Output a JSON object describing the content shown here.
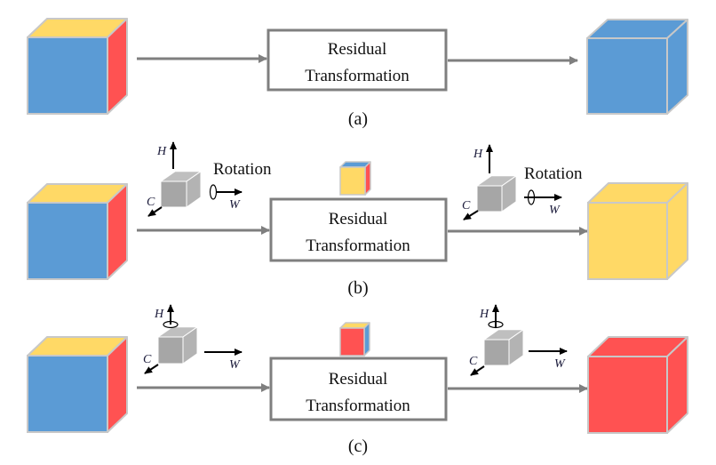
{
  "colors": {
    "blue": "#5B9BD5",
    "yellow": "#FFD966",
    "red": "#FF5252",
    "gray_cube": "#A6A6A6",
    "cube_edge": "#C8C8C8",
    "flow_arrow": "#7F7F7F",
    "box_border": "#7F7F7F",
    "axis_arrow": "#000000"
  },
  "panels": [
    {
      "id": "a",
      "caption": "(a)",
      "box": {
        "line1": "Residual",
        "line2": "Transformation"
      },
      "input_cube": {
        "front": "blue",
        "top": "yellow",
        "side": "red"
      },
      "output_cube": {
        "front": "blue",
        "top": "blue",
        "side": "blue"
      },
      "mid_cube": null,
      "left_axes": null,
      "right_axes": null
    },
    {
      "id": "b",
      "caption": "(b)",
      "box": {
        "line1": "Residual",
        "line2": "Transformation"
      },
      "input_cube": {
        "front": "blue",
        "top": "yellow",
        "side": "red"
      },
      "output_cube": {
        "front": "yellow",
        "top": "yellow",
        "side": "yellow"
      },
      "mid_cube": {
        "front": "yellow",
        "top": "blue",
        "side": "red"
      },
      "left_axes": {
        "h": "H",
        "w": "W",
        "c": "C",
        "rotation_label": "Rotation",
        "rotation_axis": "W"
      },
      "right_axes": {
        "h": "H",
        "w": "W",
        "c": "C",
        "rotation_label": "Rotation",
        "rotation_axis": "W"
      }
    },
    {
      "id": "c",
      "caption": "(c)",
      "box": {
        "line1": "Residual",
        "line2": "Transformation"
      },
      "input_cube": {
        "front": "blue",
        "top": "yellow",
        "side": "red"
      },
      "output_cube": {
        "front": "red",
        "top": "red",
        "side": "red"
      },
      "mid_cube": {
        "front": "red",
        "top": "yellow",
        "side": "blue"
      },
      "left_axes": {
        "h": "H",
        "w": "W",
        "c": "C",
        "rotation_label": "",
        "rotation_axis": "H"
      },
      "right_axes": {
        "h": "H",
        "w": "W",
        "c": "C",
        "rotation_label": "",
        "rotation_axis": "H"
      }
    }
  ]
}
